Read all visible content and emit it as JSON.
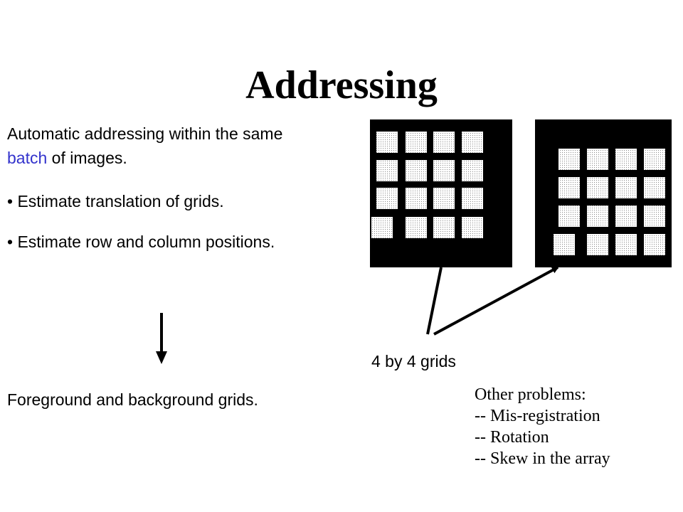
{
  "slide": {
    "title": "Addressing",
    "intro": {
      "before": "Automatic addressing within the same ",
      "highlight": "batch",
      "after": " of images."
    },
    "bullets": [
      "• Estimate translation of grids.",
      "• Estimate row and column positions."
    ],
    "result_text": "Foreground and background grids.",
    "grids_label": "4 by 4 grids",
    "other_problems": {
      "heading": "Other problems:",
      "items": [
        "-- Mis-registration",
        "-- Rotation",
        "-- Skew in the array"
      ]
    },
    "colors": {
      "highlight": "#3333cc",
      "grid_background": "#000000",
      "spot_fill": "#ffffff"
    },
    "diagram": {
      "panels": 2,
      "rows": 4,
      "columns": 4,
      "arrow_direction": "down"
    }
  }
}
